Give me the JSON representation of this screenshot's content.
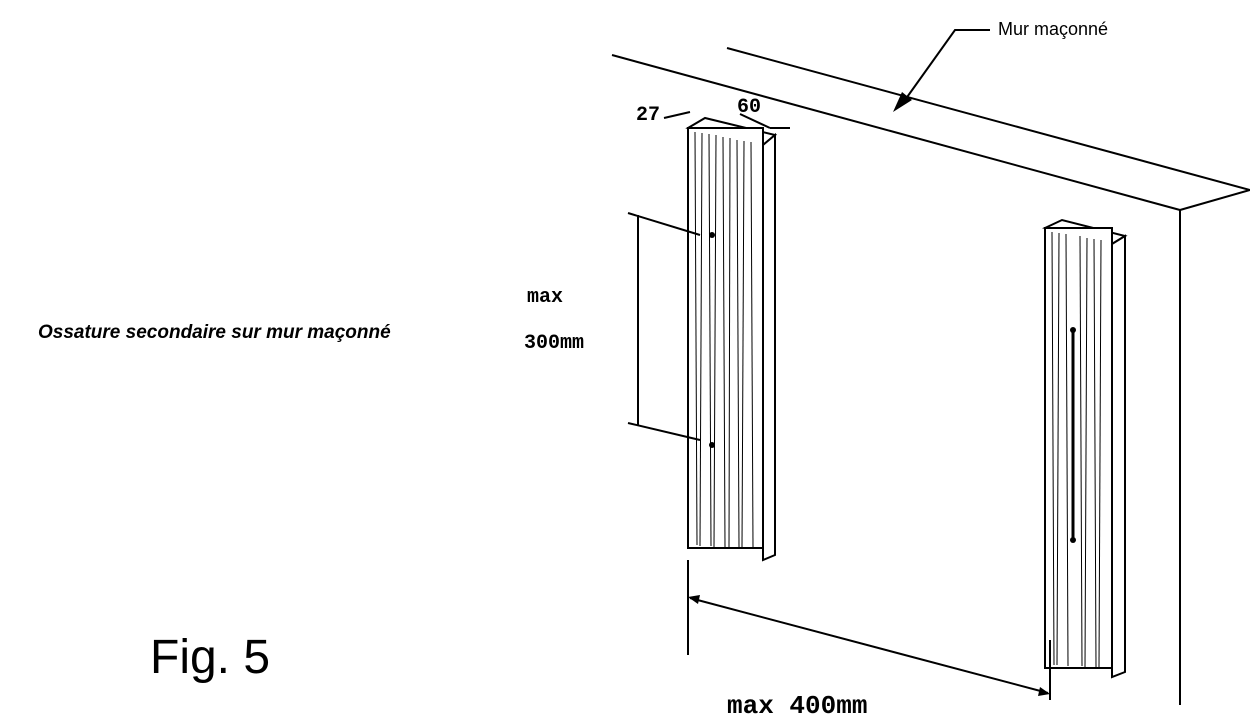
{
  "caption": "Ossature secondaire sur mur maçonné",
  "figure_label": "Fig. 5",
  "drawing": {
    "wall_label": "Mur maçonné",
    "dim_thickness": "27",
    "dim_width": "60",
    "dim_vertical_line1": "max",
    "dim_vertical_line2": "300mm",
    "dim_horizontal": "max 400mm"
  }
}
